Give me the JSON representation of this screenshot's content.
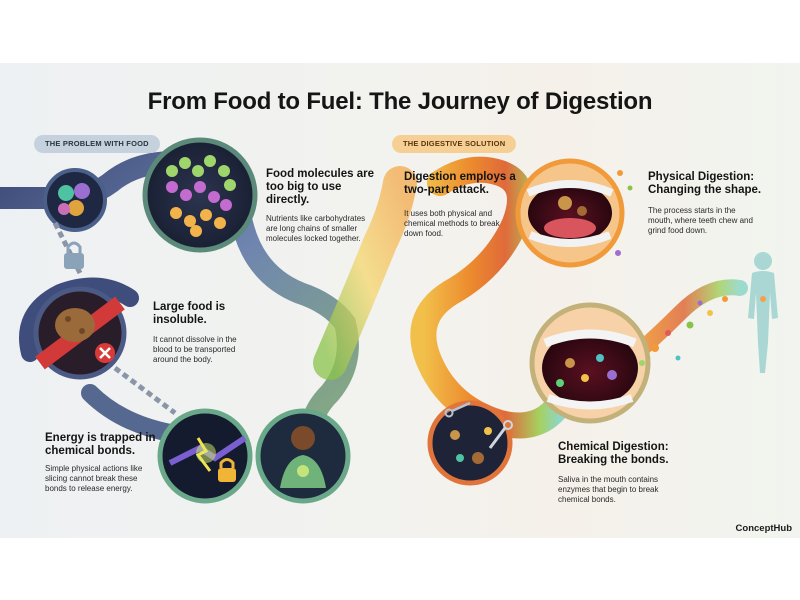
{
  "title": "From Food to Fuel: The Journey of Digestion",
  "sections": {
    "problem_label": "THE PROBLEM WITH FOOD",
    "solution_label": "THE DIGESTIVE SOLUTION"
  },
  "panels": {
    "molecules": {
      "heading": "Food molecules are too big to use directly.",
      "body": "Nutrients like carbohydrates are long chains of smaller molecules locked together."
    },
    "insoluble": {
      "heading": "Large food is insoluble.",
      "body": "It cannot dissolve in the blood to be transported around the body."
    },
    "energy": {
      "heading": "Energy is trapped in chemical bonds.",
      "body": "Simple physical actions like slicing cannot break these bonds to release energy."
    },
    "two_part": {
      "heading": "Digestion employs a two-part attack.",
      "body": "It uses both physical and chemical methods to break down food."
    },
    "physical": {
      "heading": "Physical Digestion: Changing the shape.",
      "body": "The process starts in the mouth, where teeth chew and grind food down."
    },
    "chemical": {
      "heading": "Chemical Digestion: Breaking the bonds.",
      "body": "Saliva in the mouth contains enzymes that begin to break chemical bonds."
    }
  },
  "brand": "ConceptHub",
  "colors": {
    "problem_pipe": "#7c8fb4",
    "solution_stream_start": "#f08a2a",
    "solution_stream_end": "#7ccf6a",
    "problem_pill": "#c5d2de",
    "solution_pill": "#f6cf95"
  },
  "icons": [
    "padlock-icon",
    "chain-icon",
    "molecule-icon",
    "food-lump-icon",
    "x-mark-icon",
    "lightning-bond-icon",
    "person-icon",
    "mouth-icon",
    "scissors-icon",
    "human-silhouette-icon"
  ]
}
